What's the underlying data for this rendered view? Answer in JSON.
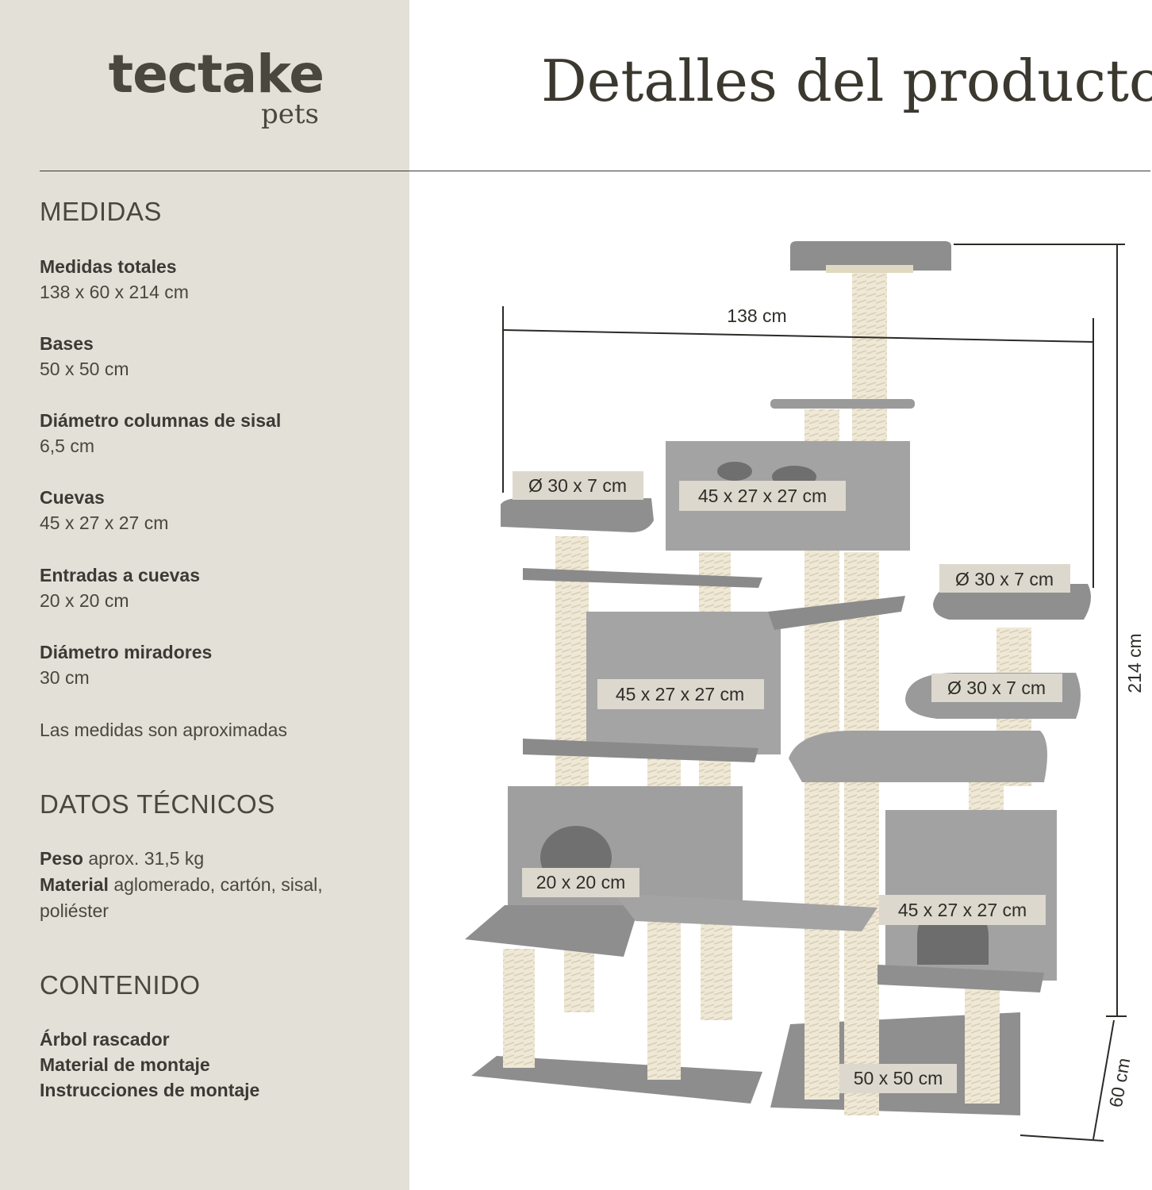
{
  "brand": {
    "name": "tectake",
    "sub": "pets"
  },
  "page_title": "Detalles del producto",
  "sections": {
    "medidas": {
      "heading": "MEDIDAS",
      "items": [
        {
          "label": "Medidas totales",
          "value": "138 x 60 x 214 cm"
        },
        {
          "label": "Bases",
          "value": "50 x 50 cm"
        },
        {
          "label": "Diámetro columnas de sisal",
          "value": "6,5 cm"
        },
        {
          "label": "Cuevas",
          "value": "45 x 27 x 27 cm"
        },
        {
          "label": "Entradas a cuevas",
          "value": "20 x 20 cm"
        },
        {
          "label": "Diámetro miradores",
          "value": "30 cm"
        }
      ],
      "note": "Las medidas son aproximadas"
    },
    "datos": {
      "heading": "DATOS TÉCNICOS",
      "peso_label": "Peso",
      "peso_value": "aprox. 31,5 kg",
      "material_label": "Material",
      "material_value": "aglomerado, cartón, sisal, poliéster"
    },
    "contenido": {
      "heading": "CONTENIDO",
      "items": [
        "Árbol rascador",
        "Material de montaje",
        "Instrucciones de montaje"
      ]
    }
  },
  "diagram": {
    "width_label": "138 cm",
    "height_label": "214 cm",
    "depth_label": "60 cm",
    "platform_top_left": "Ø 30 x 7 cm",
    "platform_right_upper": "Ø 30 x 7 cm",
    "platform_right_lower": "Ø 30 x 7 cm",
    "cave_top": "45 x 27 x 27 cm",
    "cave_middle": "45 x 27 x 27 cm",
    "cave_right": "45 x 27 x 27 cm",
    "entrance": "20 x 20 cm",
    "base": "50 x 50 cm"
  },
  "colors": {
    "panel": "#e3e0d7",
    "plush": "#9a9a9a",
    "sisal": "#ece5d2",
    "text": "#3c3a35"
  }
}
